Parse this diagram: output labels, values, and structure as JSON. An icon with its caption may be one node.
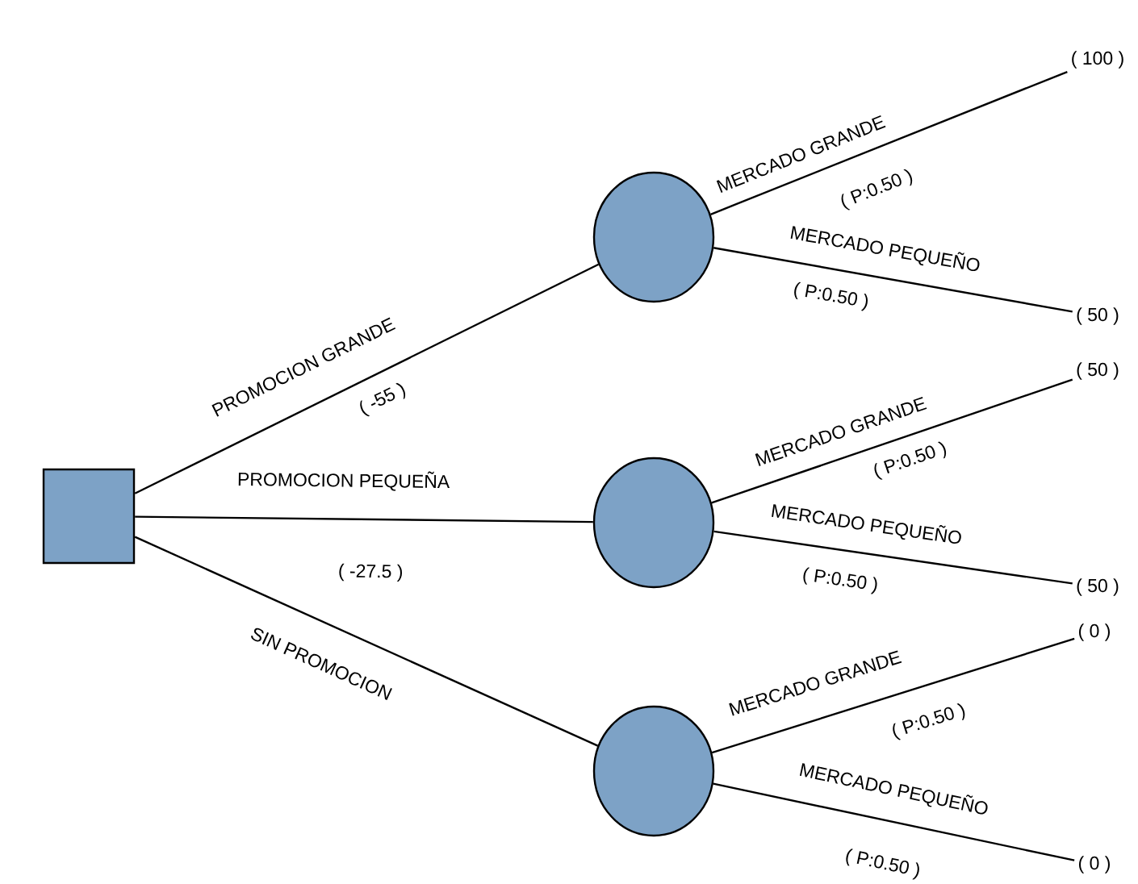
{
  "diagram": {
    "nodes": [
      {
        "text": [],
        "shape": "box"
      },
      {
        "text": [],
        "shape": "circle"
      },
      {
        "text": [],
        "shape": "circle"
      },
      {
        "text": [],
        "shape": "circle"
      },
      {
        "text": [
          "( 100 )"
        ]
      },
      {
        "text": [
          "( 50 )"
        ]
      },
      {
        "text": [
          "( 50 )"
        ]
      },
      {
        "text": [
          "( 50 )"
        ]
      },
      {
        "text": [
          "( 0 )"
        ]
      },
      {
        "text": [
          "( 0 )"
        ]
      }
    ],
    "edges": [
      {
        "from": 0,
        "to": 1,
        "arrow": "none",
        "label": "PROMOCION GRANDE"
      },
      {
        "from": 0,
        "to": 2,
        "arrow": "none",
        "label": "PROMOCION PEQUEÑA"
      },
      {
        "from": 0,
        "to": 3,
        "arrow": "none",
        "label": "SIN PROMOCION"
      },
      {
        "from": 1,
        "to": 4,
        "arrow": "none",
        "label": "MERCADO GRANDE"
      },
      {
        "from": 1,
        "to": 5,
        "arrow": "none",
        "label": "MERCADO PEQUEÑO"
      },
      {
        "from": 2,
        "to": 6,
        "arrow": "none",
        "label": "MERCADO GRANDE"
      },
      {
        "from": 2,
        "to": 7,
        "arrow": "none",
        "label": "MERCADO PEQUEÑO"
      },
      {
        "from": 3,
        "to": 8,
        "arrow": "none",
        "label": "MERCADO GRANDE"
      },
      {
        "from": 3,
        "to": 9,
        "arrow": "none",
        "label": "MERCADO PEQUEÑO"
      }
    ],
    "labels": [
      "( P:0.50 )",
      "( P:0.50 )",
      "( -55 )",
      "( P:0.50 )",
      "( -27.5 )",
      "( P:0.50 )",
      "( P:0.50 )",
      "( P:0.50 )"
    ]
  }
}
